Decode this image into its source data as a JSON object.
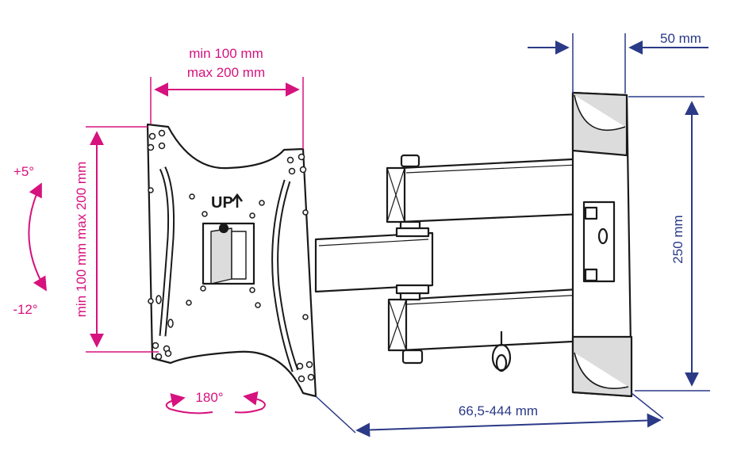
{
  "colors": {
    "pink": "#d6127e",
    "blue": "#2b3a87",
    "outline": "#1a1a1a",
    "fill_light": "#ffffff",
    "fill_dark": "#dcdcdc"
  },
  "labels": {
    "hole_width": "min 100 mm",
    "hole_width_max": "max 200 mm",
    "hole_height": "min 100 mm max 200 mm",
    "tilt_up": "+5°",
    "tilt_down": "-12°",
    "swivel": "180°",
    "wall_plate_depth": "50 mm",
    "wall_plate_height": "250 mm",
    "arm_extension": "66,5-444 mm",
    "up_mark": "UP"
  },
  "icons": {
    "up_arrow": "up-arrow-icon",
    "tilt": "curved-double-arrow-icon",
    "swivel": "circular-arrow-icon"
  }
}
